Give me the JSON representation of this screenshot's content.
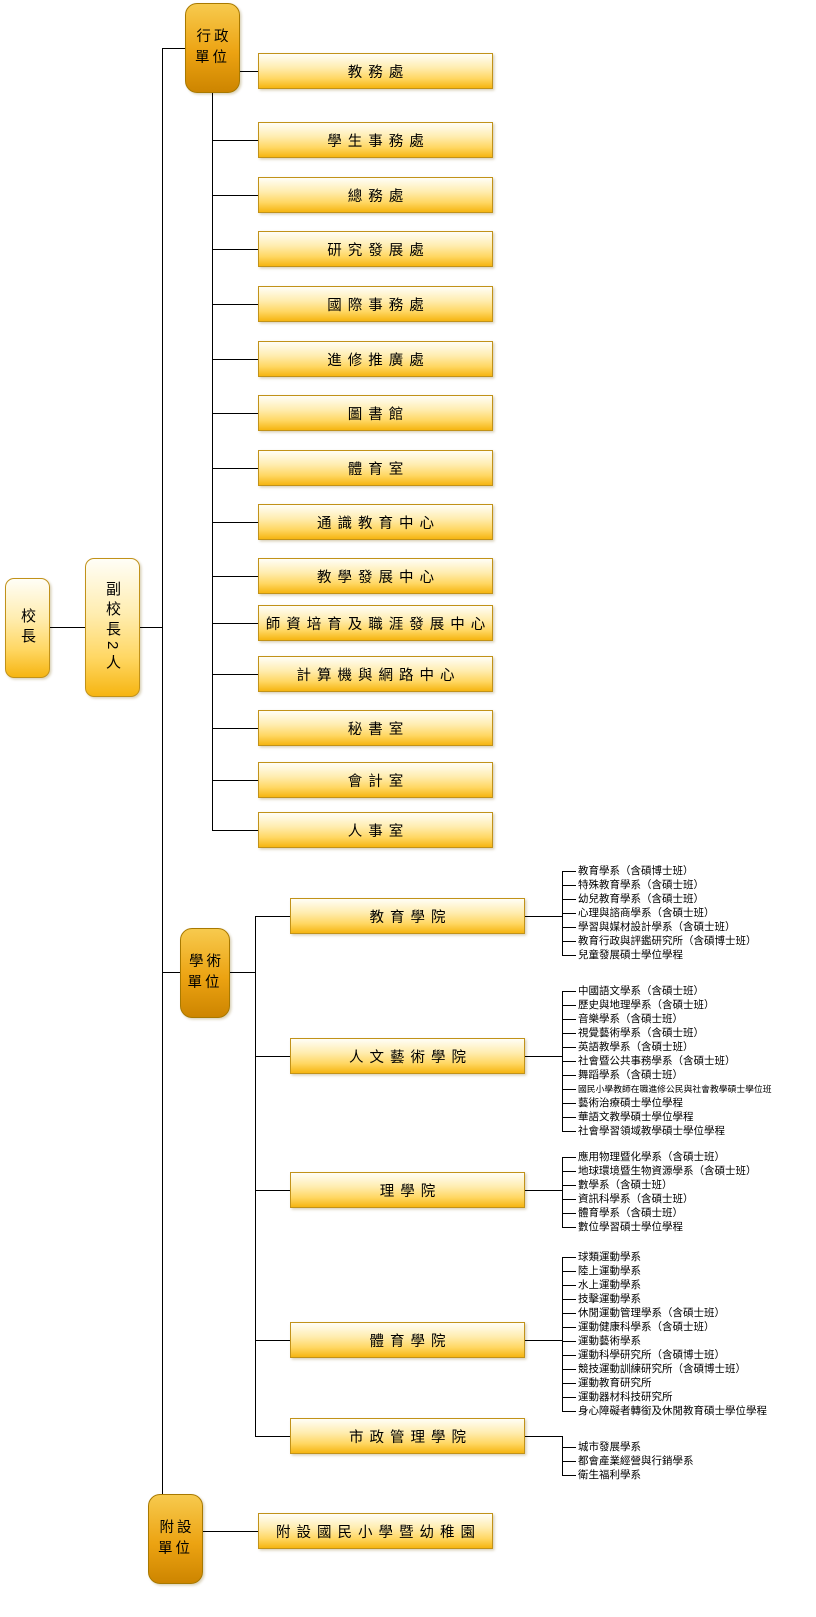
{
  "org": {
    "president": {
      "label": "校長"
    },
    "vice_president": {
      "label": "副校長2人"
    },
    "admin_group": {
      "label": "行政單位"
    },
    "admin_units": [
      "教務處",
      "學生事務處",
      "總務處",
      "研究發展處",
      "國際事務處",
      "進修推廣處",
      "圖書館",
      "體育室",
      "通識教育中心",
      "教學發展中心",
      "師資培育及職涯發展中心",
      "計算機與網路中心",
      "秘書室",
      "會計室",
      "人事室"
    ],
    "academic_group": {
      "label": "學術單位"
    },
    "colleges": [
      {
        "name": "教育學院",
        "departments": [
          "教育學系（含碩博士班）",
          "特殊教育學系（含碩士班）",
          "幼兒教育學系（含碩士班）",
          "心理與諮商學系（含碩士班）",
          "學習與媒材設計學系（含碩士班）",
          "教育行政與評鑑研究所（含碩博士班）",
          "兒童發展碩士學位學程"
        ]
      },
      {
        "name": "人文藝術學院",
        "departments": [
          "中國語文學系（含碩士班）",
          "歷史與地理學系（含碩士班）",
          "音樂學系（含碩士班）",
          "視覺藝術學系（含碩士班）",
          "英語教學系（含碩士班）",
          "社會暨公共事務學系（含碩士班）",
          "舞蹈學系（含碩士班）",
          "國民小學教師在職進修公民與社會教學碩士學位班",
          "藝術治療碩士學位學程",
          "華語文教學碩士學位學程",
          "社會學習領域教學碩士學位學程"
        ]
      },
      {
        "name": "理學院",
        "departments": [
          "應用物理暨化學系（含碩士班）",
          "地球環境暨生物資源學系（含碩士班）",
          "數學系（含碩士班）",
          "資訊科學系（含碩士班）",
          "體育學系（含碩士班）",
          "數位學習碩士學位學程"
        ]
      },
      {
        "name": "體育學院",
        "departments": [
          "球類運動學系",
          "陸上運動學系",
          "水上運動學系",
          "技擊運動學系",
          "休閒運動管理學系（含碩士班）",
          "運動健康科學系（含碩士班）",
          "運動藝術學系",
          "運動科學研究所（含碩博士班）",
          "競技運動訓練研究所（含碩博士班）",
          "運動教育研究所",
          "運動器材科技研究所",
          "身心障礙者轉銜及休閒教育碩士學位學程"
        ]
      },
      {
        "name": "市政管理學院",
        "departments": [
          "城市發展學系",
          "都會產業經營與行銷學系",
          "衛生福利學系"
        ]
      }
    ],
    "affiliated_group": {
      "label": "附設單位"
    },
    "affiliated_units": [
      "附設國民小學暨幼稚園"
    ]
  },
  "colors": {
    "background": "#ffffff",
    "box_gradient_top": "#fffef7",
    "box_gradient_bottom": "#f6b511",
    "group_gradient_top": "#f7ca4e",
    "group_gradient_bottom": "#cd8500",
    "box_border": "#c19219",
    "connector_line": "#000000"
  }
}
